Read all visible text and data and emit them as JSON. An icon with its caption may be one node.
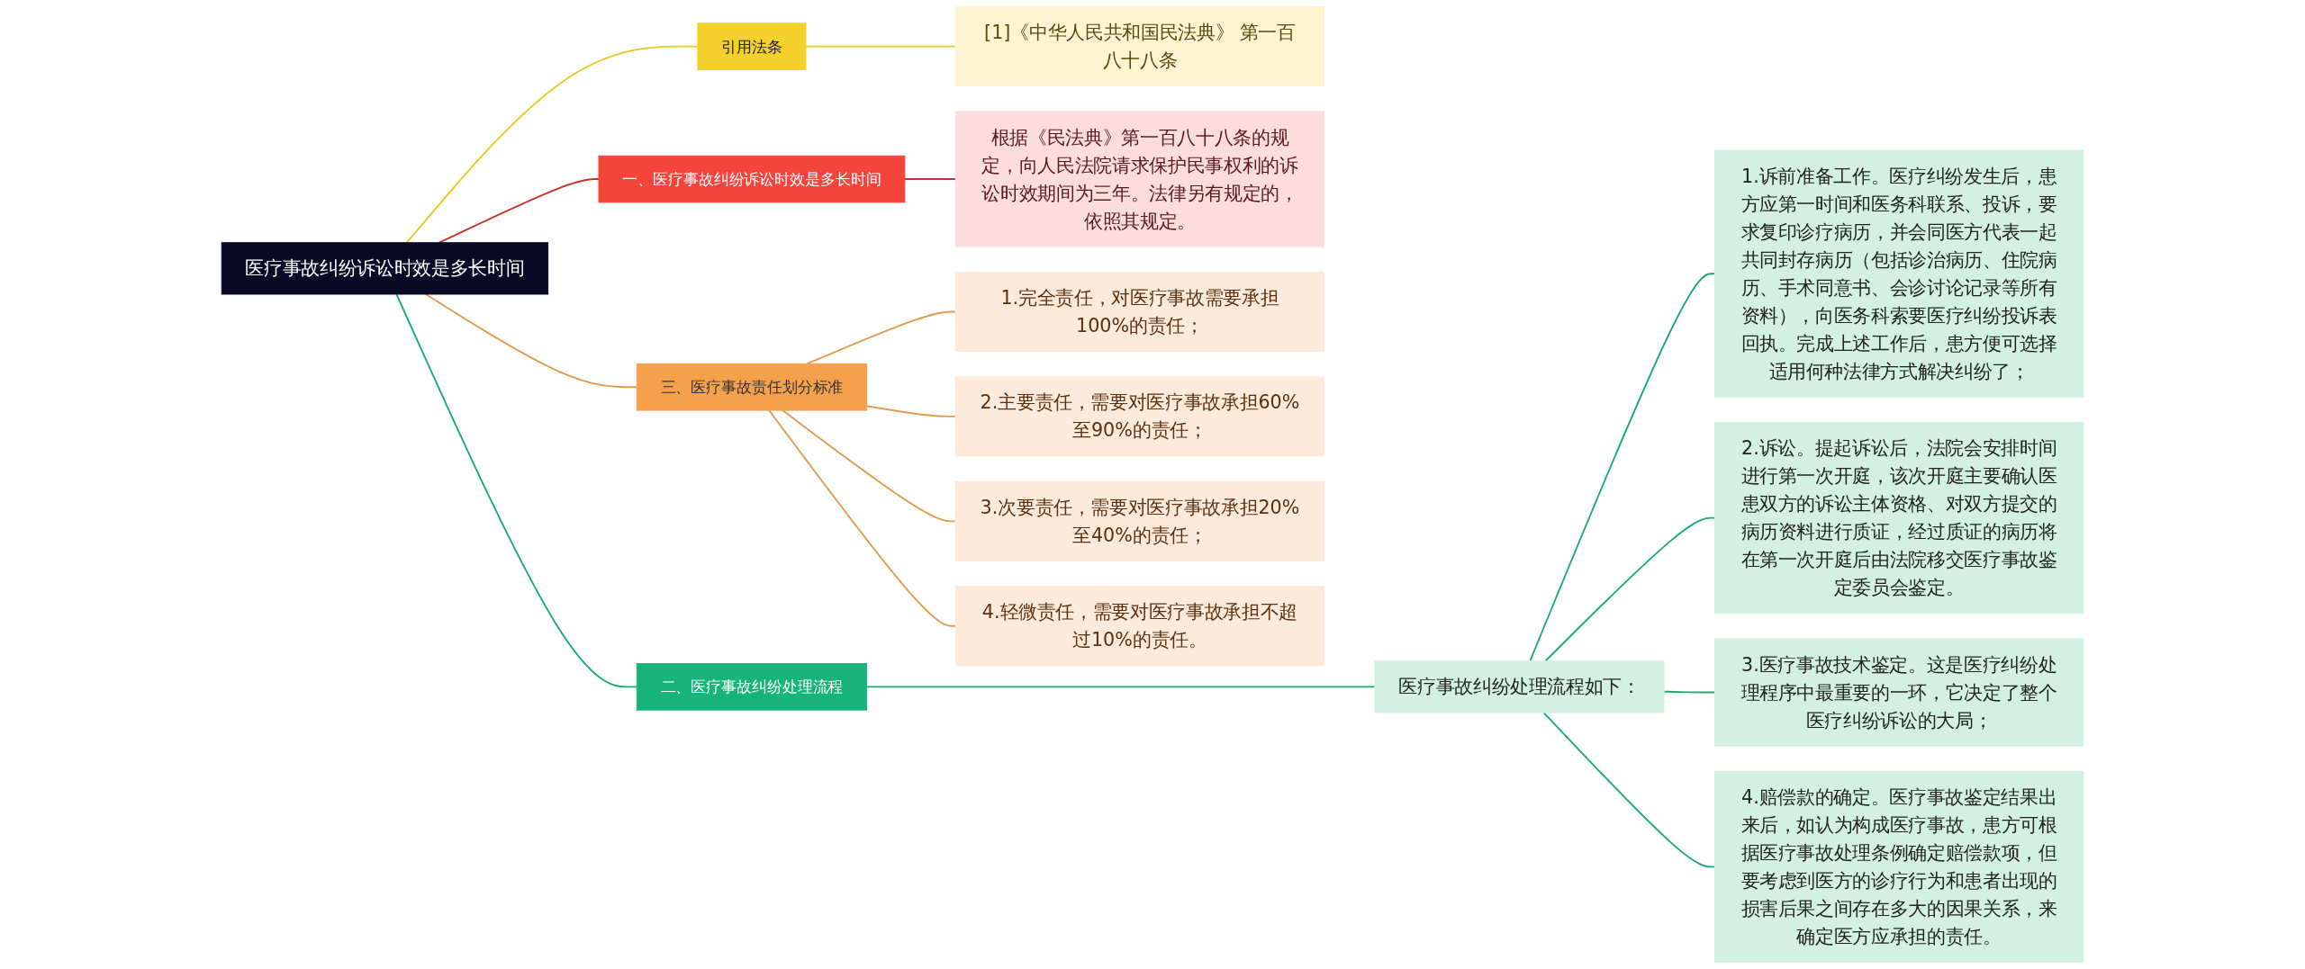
{
  "diagram": {
    "nodes": [
      {
        "text": [
          "医疗事故纠纷诉讼时效是多长时间"
        ]
      },
      {
        "text": [
          "二、医疗事故纠纷处理流程"
        ]
      },
      {
        "text": [
          "医疗事故纠纷处理流程如下："
        ]
      },
      {
        "text": [
          "1.诉前准备工作。医疗纠纷发生后，患方应第一时间和医务科联系、投诉，要求复印诊疗病历，并会同医方代表一起共同封存病历（包括诊治病历、住院病历、手术同意书、会诊讨论记录等所有资料），向医务科索要医疗纠纷投诉表回执。完成上述工作后，患方便可选择适用何种法律方式解决纠纷了；"
        ]
      },
      {
        "text": [
          "2.诉讼。提起诉讼后，法院会安排时间进行第一次开庭，该次开庭主要确认医患双方的诉讼主体资格、对双方提交的病历资料进行质证，经过质证的病历将在第一次开庭后由法院移交医疗事故鉴定委员会鉴定。"
        ]
      },
      {
        "text": [
          "3.医疗事故技术鉴定。这是医疗纠纷处理程序中最重要的一环，它决定了整个医疗纠纷诉讼的大局；"
        ]
      },
      {
        "text": [
          "4.赔偿款的确定。医疗事故鉴定结果出来后，如认为构成医疗事故，患方可根据医疗事故处理条例确定赔偿款项，但要考虑到医方的诊疗行为和患者出现的损害后果之间存在多大的因果关系，来确定医方应承担的责任。"
        ]
      },
      {
        "text": [
          "引用法条"
        ]
      },
      {
        "text": [
          "[1]《中华人民共和国民法典》 第一百八十八条"
        ]
      },
      {
        "text": [
          "一、医疗事故纠纷诉讼时效是多长时间"
        ]
      },
      {
        "text": [
          "根据《民法典》第一百八十八条的规定，向人民法院请求保护民事权利的诉讼时效期间为三年。法律另有规定的，依照其规定。"
        ]
      },
      {
        "text": [
          "三、医疗事故责任划分标准"
        ]
      },
      {
        "text": [
          "1.完全责任，对医疗事故需要承担100%的责任；"
        ]
      },
      {
        "text": [
          "2.主要责任，需要对医疗事故承担60%至90%的责任；"
        ]
      },
      {
        "text": [
          "3.次要责任，需要对医疗事故承担20%至40%的责任；"
        ]
      },
      {
        "text": [
          "4.轻微责任，需要对医疗事故承担不超过10%的责任。"
        ]
      }
    ],
    "edges": [
      {
        "from": 0,
        "to": 1,
        "arrow": "none"
      },
      {
        "from": 1,
        "to": 2,
        "arrow": "none"
      },
      {
        "from": 2,
        "to": 3,
        "arrow": "none"
      },
      {
        "from": 2,
        "to": 4,
        "arrow": "none"
      },
      {
        "from": 2,
        "to": 5,
        "arrow": "none"
      },
      {
        "from": 2,
        "to": 6,
        "arrow": "none"
      },
      {
        "from": 0,
        "to": 7,
        "arrow": "none",
        "color": "#e8c91e"
      },
      {
        "from": 7,
        "to": 8,
        "arrow": "none",
        "color": "#e8c91e"
      },
      {
        "from": 0,
        "to": 9,
        "arrow": "none",
        "color": "#c9302c"
      },
      {
        "from": 9,
        "to": 10,
        "arrow": "none",
        "color": "#c9302c"
      },
      {
        "from": 0,
        "to": 11,
        "arrow": "none",
        "color": "#e39a4a"
      },
      {
        "from": 11,
        "to": 12,
        "arrow": "none",
        "color": "#e39a4a"
      },
      {
        "from": 11,
        "to": 13,
        "arrow": "none",
        "color": "#e39a4a"
      },
      {
        "from": 11,
        "to": 14,
        "arrow": "none",
        "color": "#e39a4a"
      },
      {
        "from": 11,
        "to": 15,
        "arrow": "none",
        "color": "#e39a4a"
      }
    ]
  }
}
